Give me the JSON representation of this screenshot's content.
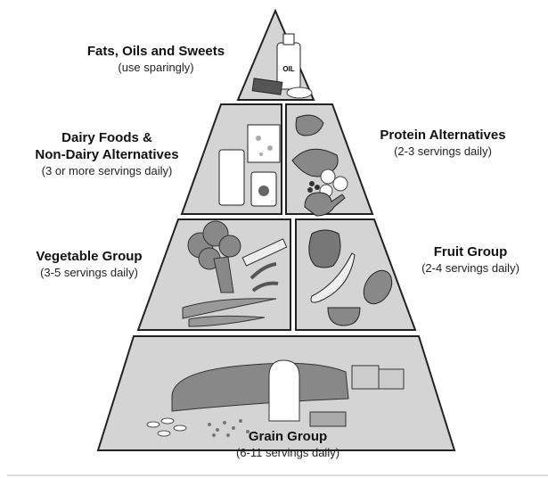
{
  "tiers": {
    "fats": {
      "title": "Fats, Oils and Sweets",
      "sub": "(use sparingly)",
      "oil_label": "OIL"
    },
    "dairy": {
      "title_1": "Dairy Foods &",
      "title_2": "Non-Dairy Alternatives",
      "sub": "(3 or more servings daily)"
    },
    "protein": {
      "title": "Protein Alternatives",
      "sub": "(2-3 servings daily)"
    },
    "vegetable": {
      "title": "Vegetable Group",
      "sub": "(3-5 servings daily)"
    },
    "fruit": {
      "title": "Fruit Group",
      "sub": "(2-4 servings daily)"
    },
    "grain": {
      "title": "Grain Group",
      "sub": "(6-11 servings daily)"
    }
  },
  "colors": {
    "panel": "#d4d4d4",
    "food": "#8a8a8a",
    "outline": "#222222"
  }
}
